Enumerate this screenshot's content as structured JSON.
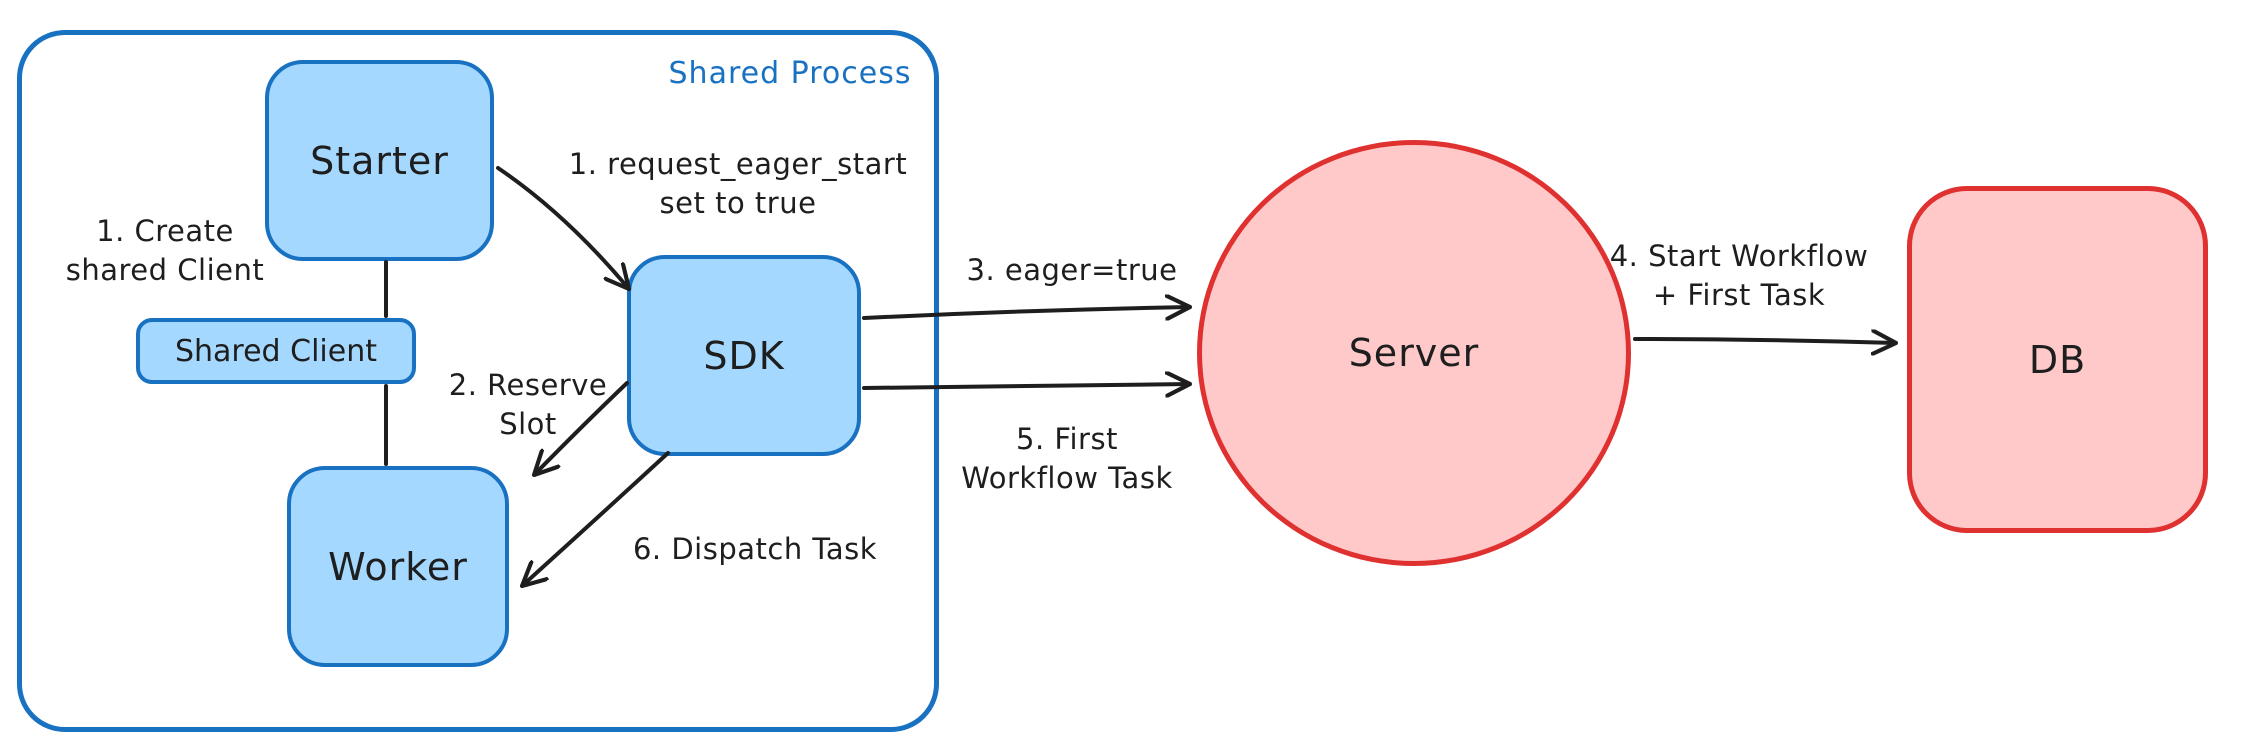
{
  "colors": {
    "blue_stroke": "#1971c2",
    "blue_fill": "#a5d8ff",
    "red_stroke": "#e03131",
    "red_fill": "#ffc9c9",
    "arrow": "#1e1e1e",
    "background": "#ffffff"
  },
  "group": {
    "label": "Shared Process"
  },
  "nodes": {
    "starter": {
      "label": "Starter"
    },
    "shared_client": {
      "label": "Shared Client"
    },
    "worker": {
      "label": "Worker"
    },
    "sdk": {
      "label": "SDK"
    },
    "server": {
      "label": "Server"
    },
    "db": {
      "label": "DB"
    }
  },
  "annotations": {
    "create_shared_client": "1. Create\nshared Client",
    "request_eager_start": "1. request_eager_start\nset to true",
    "reserve_slot": "2. Reserve\nSlot",
    "eager_true": "3. eager=true",
    "start_workflow_first_task": "4. Start Workflow\n+ First Task",
    "first_workflow_task": "5. First\nWorkflow Task",
    "dispatch_task": "6. Dispatch Task"
  }
}
